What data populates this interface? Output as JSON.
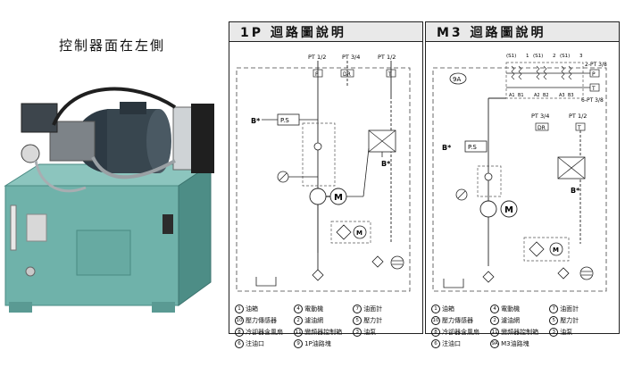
{
  "photo_caption": "控制器面在左側",
  "panels": [
    {
      "title": "1P 迴路圖說明",
      "ports": [
        {
          "label": "PT 1/2",
          "box": "P"
        },
        {
          "label": "PT 3/4",
          "box": "DR"
        },
        {
          "label": "PT 1/2",
          "box": "T"
        }
      ],
      "ps_label": "P.S",
      "b_label": "B*",
      "motor_label": "M",
      "legend": [
        {
          "n": "1",
          "t": "油箱"
        },
        {
          "n": "4",
          "t": "電動機"
        },
        {
          "n": "7",
          "t": "油面計"
        },
        {
          "n": "10",
          "t": "壓力傳感器"
        },
        {
          "n": "2",
          "t": "濾油網"
        },
        {
          "n": "5",
          "t": "壓力計"
        },
        {
          "n": "8",
          "t": "冷卻器含風扇"
        },
        {
          "n": "11",
          "t": "變頻器控制箱"
        },
        {
          "n": "3",
          "t": "油泵"
        },
        {
          "n": "6",
          "t": "注油口"
        },
        {
          "n": "9",
          "t": "1P油路塊"
        }
      ]
    },
    {
      "title": "M3 迴路圖說明",
      "ports": [
        {
          "label": "PT 3/4",
          "box": "DR"
        },
        {
          "label": "PT 1/2",
          "box": "T"
        }
      ],
      "top_ports": [
        "2-PT 3/8",
        "6-PT 3/8"
      ],
      "top_boxes": [
        "P",
        "T"
      ],
      "valve_labels": [
        "(S1)",
        "1",
        "(S1)",
        "2",
        "(S1)",
        "3"
      ],
      "ab_labels": [
        "A1",
        "B1",
        "A2",
        "B2",
        "A3",
        "B3"
      ],
      "block_label": "9A",
      "ps_label": "P.S",
      "b_label": "B*",
      "motor_label": "M",
      "legend": [
        {
          "n": "1",
          "t": "油箱"
        },
        {
          "n": "4",
          "t": "電動機"
        },
        {
          "n": "7",
          "t": "油面計"
        },
        {
          "n": "10",
          "t": "壓力傳感器"
        },
        {
          "n": "2",
          "t": "濾油網"
        },
        {
          "n": "5",
          "t": "壓力計"
        },
        {
          "n": "8",
          "t": "冷卻器含風扇"
        },
        {
          "n": "11",
          "t": "變頻器控制箱"
        },
        {
          "n": "3",
          "t": "油泵"
        },
        {
          "n": "6",
          "t": "注油口"
        },
        {
          "n": "9A",
          "t": "M3油路塊"
        }
      ]
    }
  ],
  "colors": {
    "tank_teal": "#6fb2aa",
    "tank_dark": "#4d8d86",
    "motor_dark": "#2d3a44",
    "metal": "#a8adb1"
  }
}
